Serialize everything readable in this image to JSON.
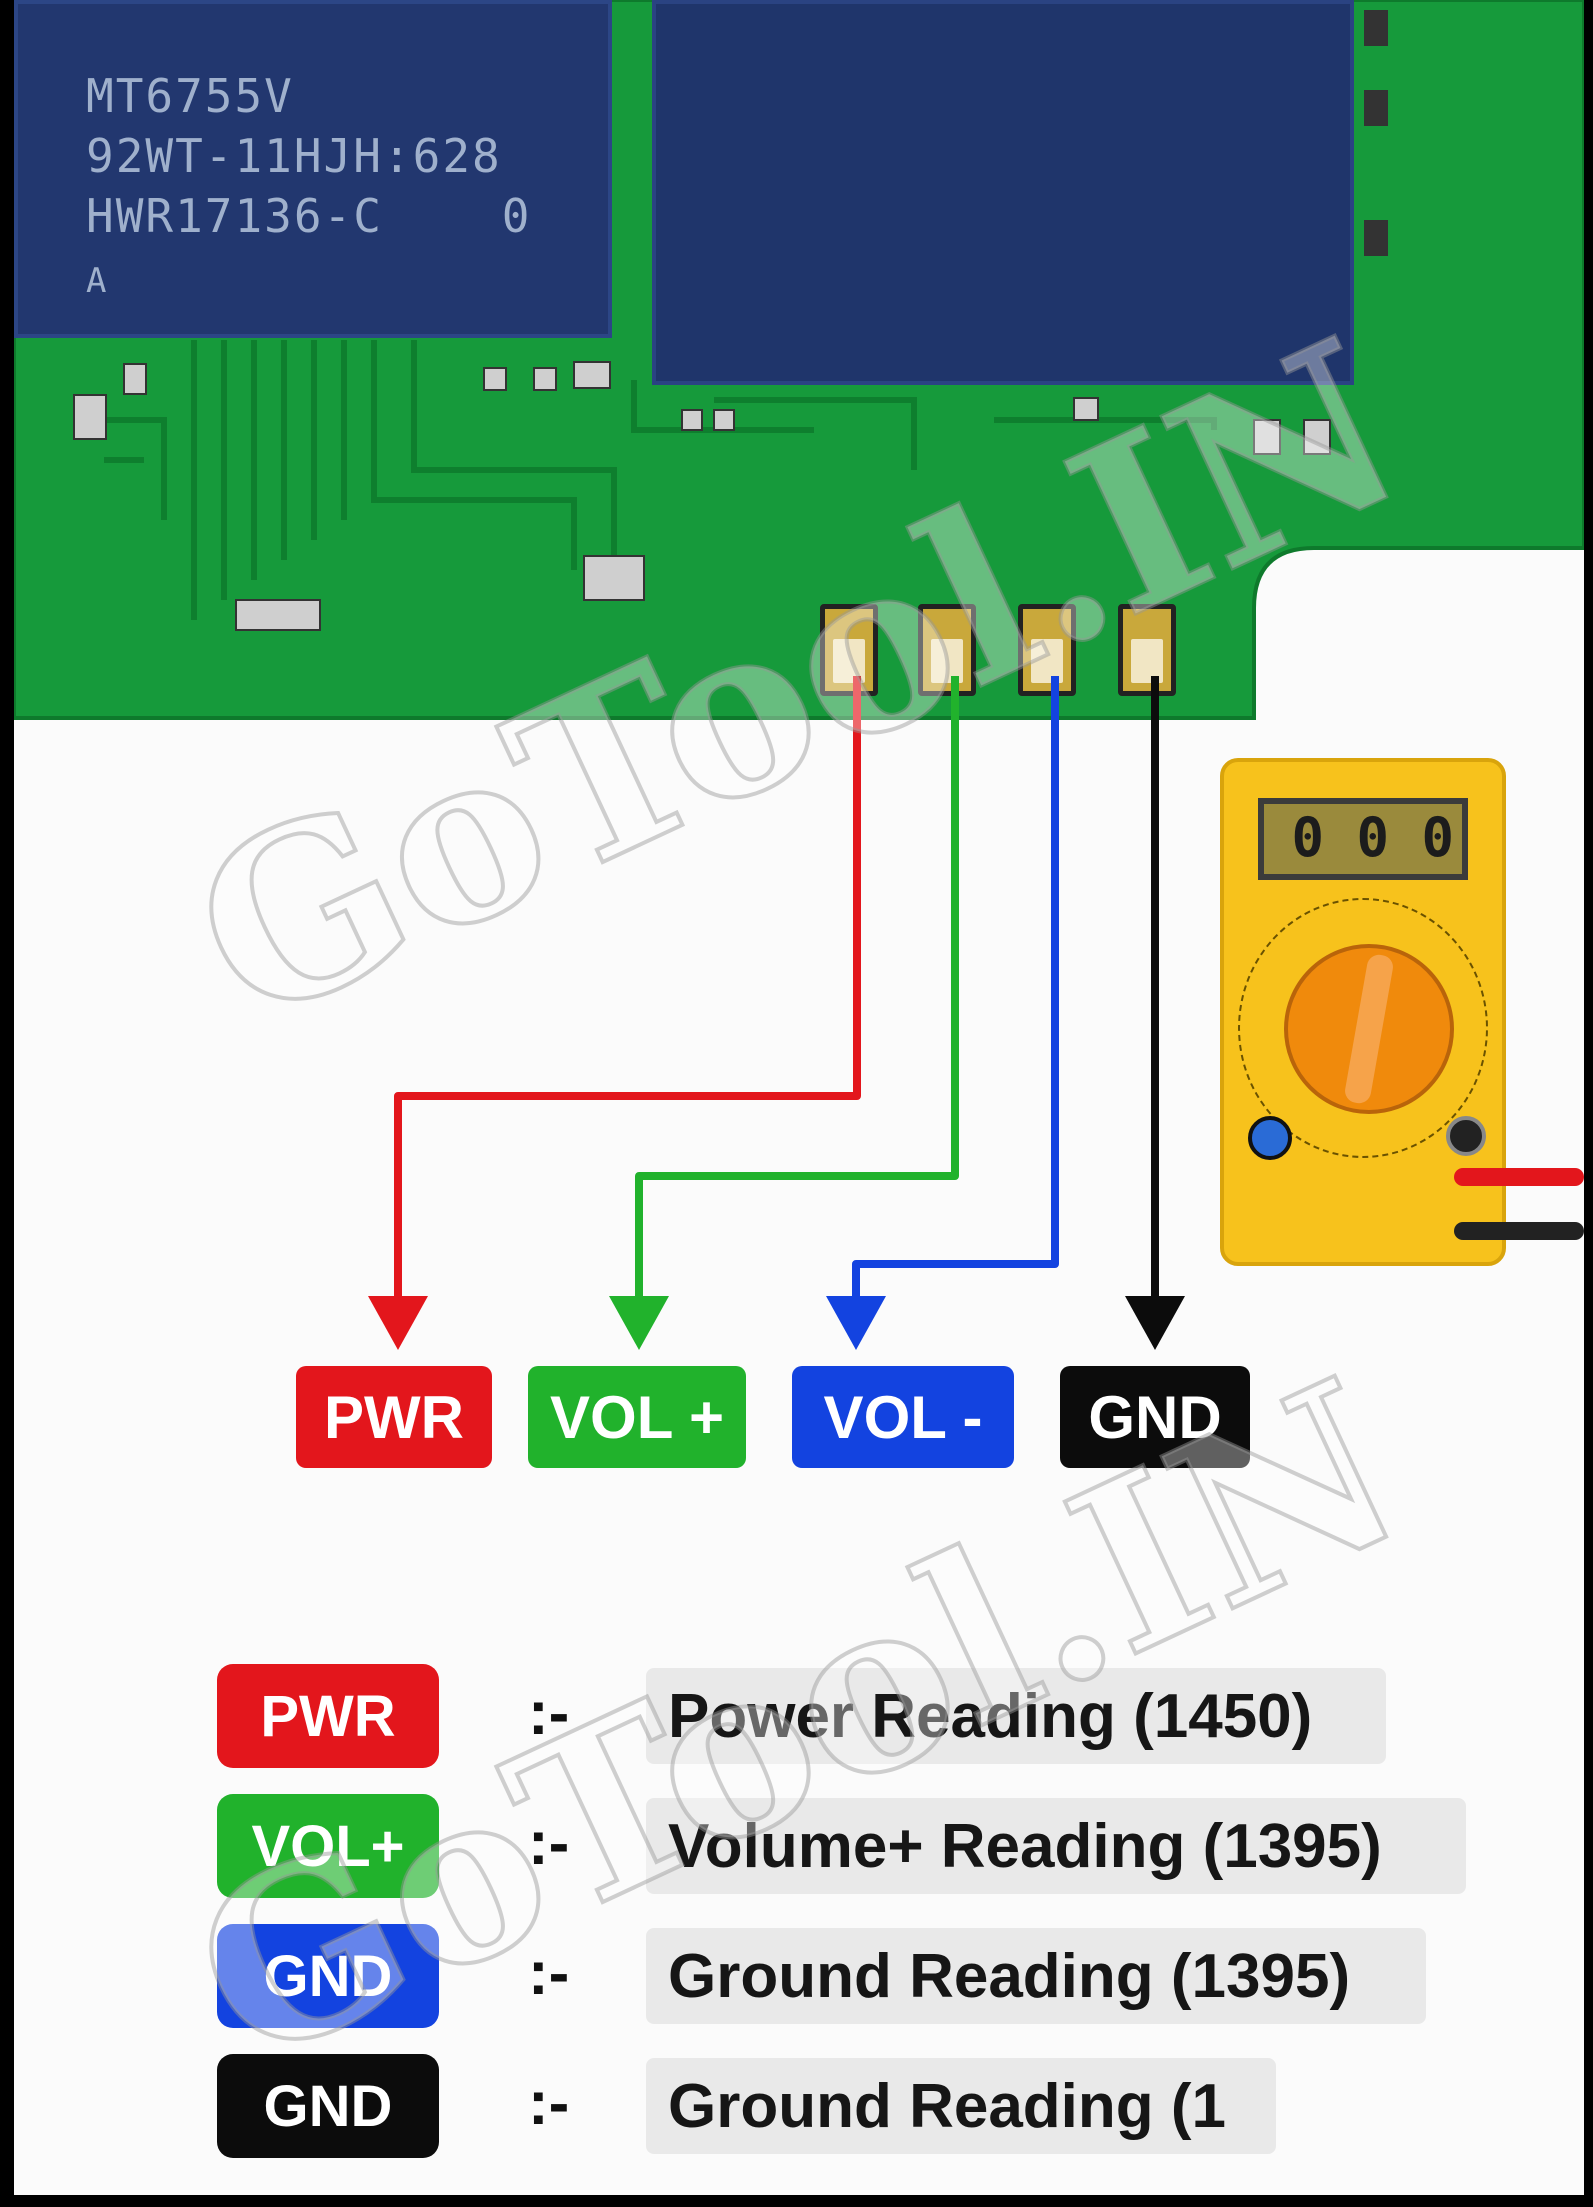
{
  "chip": {
    "markings": [
      "MT6755V",
      "92WT-11HJH:628",
      "HWR17136-C    0",
      "A"
    ]
  },
  "meter": {
    "display": "0 0 0"
  },
  "colors": {
    "pcb": "#169a3b",
    "pwr": "#e3161c",
    "vol_plus": "#21b22c",
    "vol_minus": "#1343e0",
    "gnd": "#0c0c0c"
  },
  "pin_labels": [
    {
      "text": "PWR",
      "color": "#e3161c"
    },
    {
      "text": "VOL +",
      "color": "#21b22c"
    },
    {
      "text": "VOL -",
      "color": "#1343e0"
    },
    {
      "text": "GND",
      "color": "#0c0c0c"
    }
  ],
  "legend": [
    {
      "badge": "PWR",
      "color": "#e3161c",
      "separator": ":-",
      "reading": "Power Reading (1450)"
    },
    {
      "badge": "VOL+",
      "color": "#21b22c",
      "separator": ":-",
      "reading": "Volume+ Reading (1395)"
    },
    {
      "badge": "GND",
      "color": "#1343e0",
      "separator": ":-",
      "reading": "Ground Reading (1395)"
    },
    {
      "badge": "GND",
      "color": "#0c0c0c",
      "separator": ":-",
      "reading": "Ground Reading (1"
    }
  ],
  "watermark": "GoTool.IN"
}
